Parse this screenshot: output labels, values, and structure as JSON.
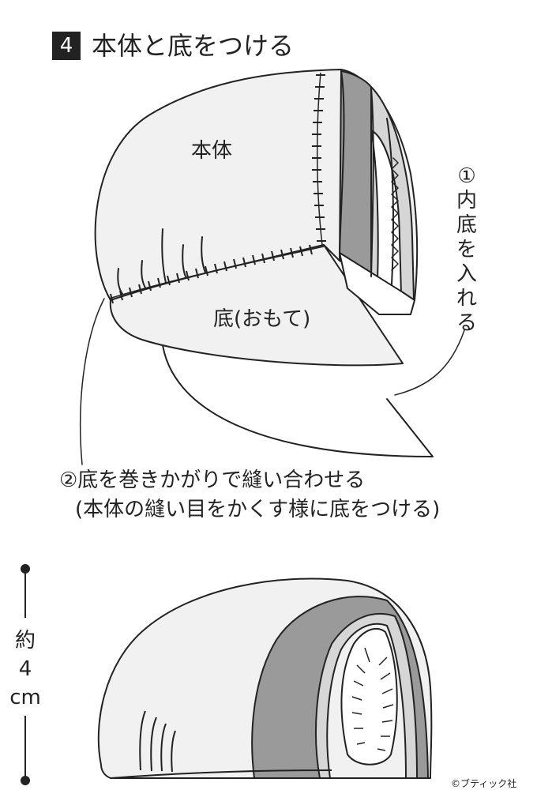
{
  "step": {
    "number": "4",
    "title": "本体と底をつける"
  },
  "labels": {
    "main_body": "本体",
    "bottom_front": "底(おもて)"
  },
  "notes": {
    "note1_chars": [
      "①",
      "内",
      "底",
      "を",
      "入",
      "れ",
      "る"
    ],
    "note2_line1": "②底を巻きかがりで縫い合わせる",
    "note2_line2": "(本体の縫い目をかくす様に底をつける)"
  },
  "size": {
    "chars": [
      "約",
      "4",
      "cm"
    ]
  },
  "credit": "©ブティック社",
  "colors": {
    "line": "#222222",
    "fill_light": "#f1f1f1",
    "fill_dark": "#9a9a9a",
    "fill_mid": "#d6d6d6"
  }
}
